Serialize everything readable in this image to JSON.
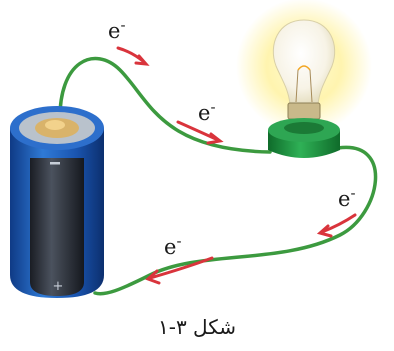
{
  "diagram": {
    "electron_label": "e",
    "electron_sup": "-",
    "caption": "شکل ۳-۱",
    "components": [
      "battery-icon",
      "light-bulb-icon",
      "wire",
      "electron-arrow-icon"
    ],
    "colors": {
      "wire": "#3c9a3f",
      "arrow": "#d9343c",
      "battery_body": "#1f5fb0",
      "battery_band": "#2a2e36",
      "bulb_base": "#1f8a3c",
      "bulb_glow": "#fff6b0"
    }
  }
}
